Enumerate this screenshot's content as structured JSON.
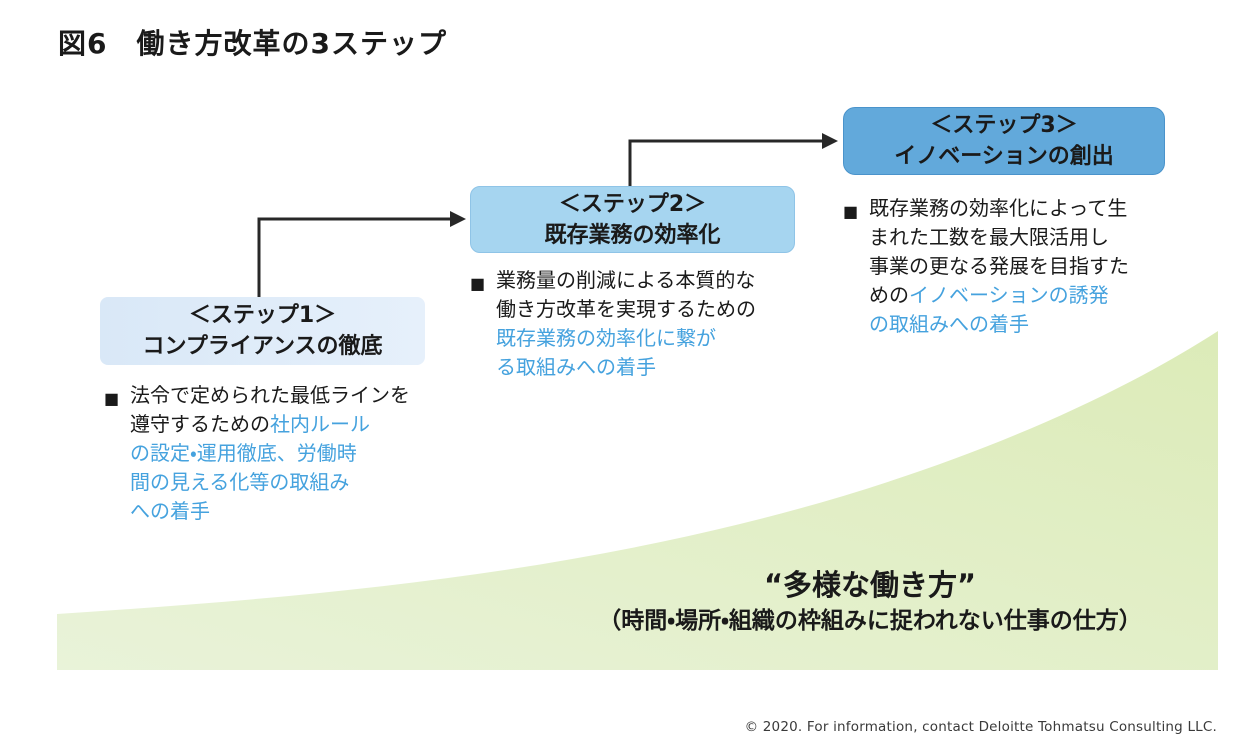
{
  "page": {
    "title": "図6　働き方改革の3ステップ",
    "bullet": "■",
    "copyright": "© 2020. For information, contact Deloitte Tohmatsu Consulting LLC."
  },
  "colors": {
    "text_black": "#1a1a1a",
    "highlight_blue": "#45a2de",
    "box1_bg": "#d9e8f7",
    "box2_bg": "#a6d5f0",
    "box3_bg": "#62a9db",
    "arrow": "#282828",
    "green_light": "#e9f3d9",
    "green_dark": "#dcebb8"
  },
  "steps": [
    {
      "label_line1": "＜ステップ1＞",
      "label_line2": "コンプライアンスの徹底",
      "body": [
        [
          {
            "t": "法令で定められた最低ラインを"
          }
        ],
        [
          {
            "t": "遵守するための"
          },
          {
            "t": "社内ルール",
            "hl": true
          }
        ],
        [
          {
            "t": "の設定・運用徹底、労働時",
            "hl": true
          }
        ],
        [
          {
            "t": "間の見える化等の取組み",
            "hl": true
          }
        ],
        [
          {
            "t": "への着手",
            "hl": true
          }
        ]
      ]
    },
    {
      "label_line1": "＜ステップ2＞",
      "label_line2": "既存業務の効率化",
      "body": [
        [
          {
            "t": "業務量の削減による本質的な"
          }
        ],
        [
          {
            "t": "働き方改革を実現するための"
          }
        ],
        [
          {
            "t": "既存業務の効率化に繋が",
            "hl": true
          }
        ],
        [
          {
            "t": "る取組みへの着手",
            "hl": true
          }
        ]
      ]
    },
    {
      "label_line1": "＜ステップ3＞",
      "label_line2": "イノベーションの創出",
      "body": [
        [
          {
            "t": "既存業務の効率化によって生"
          }
        ],
        [
          {
            "t": "まれた工数を最大限活用し"
          }
        ],
        [
          {
            "t": "事業の更なる発展を目指すた"
          }
        ],
        [
          {
            "t": "めの"
          },
          {
            "t": "イノベーションの誘発",
            "hl": true
          }
        ],
        [
          {
            "t": "の取組みへの着手",
            "hl": true
          }
        ]
      ]
    }
  ],
  "green_area": {
    "quote_line": "“多様な働き方”",
    "sub_line": "（時間・場所・組織の枠組みに捉われない仕事の仕方）"
  }
}
